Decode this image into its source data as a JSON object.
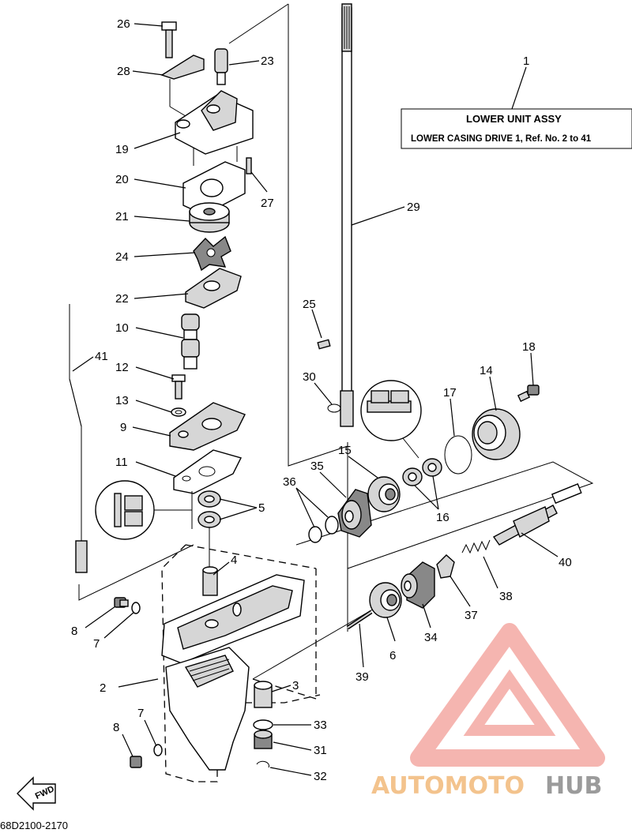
{
  "assembly_box": {
    "ref": "1",
    "title": "LOWER UNIT ASSY",
    "subtitle": "LOWER CASING DRIVE 1, Ref. No. 2 to 41"
  },
  "callouts": {
    "c2": "2",
    "c3": "3",
    "c4": "4",
    "c5": "5",
    "c6": "6",
    "c7a": "7",
    "c7b": "7",
    "c8a": "8",
    "c8b": "8",
    "c9": "9",
    "c10": "10",
    "c11": "11",
    "c12": "12",
    "c13": "13",
    "c14": "14",
    "c15": "15",
    "c16": "16",
    "c17": "17",
    "c18": "18",
    "c19": "19",
    "c20": "20",
    "c21": "21",
    "c22": "22",
    "c23": "23",
    "c24": "24",
    "c25": "25",
    "c26": "26",
    "c27": "27",
    "c28": "28",
    "c29": "29",
    "c30": "30",
    "c31": "31",
    "c32": "32",
    "c33": "33",
    "c34": "34",
    "c35": "35",
    "c36": "36",
    "c37": "37",
    "c38": "38",
    "c39": "39",
    "c40": "40",
    "c41": "41"
  },
  "fwd_label": "FWD",
  "diagram_code": "68D2100-2170",
  "watermark": {
    "part1": "AUTOMOTO",
    "part2": "HUB",
    "color_primary": "#f4a9a3",
    "color_secondary": "#f2b97a",
    "color_dark": "#8a8a8a"
  }
}
